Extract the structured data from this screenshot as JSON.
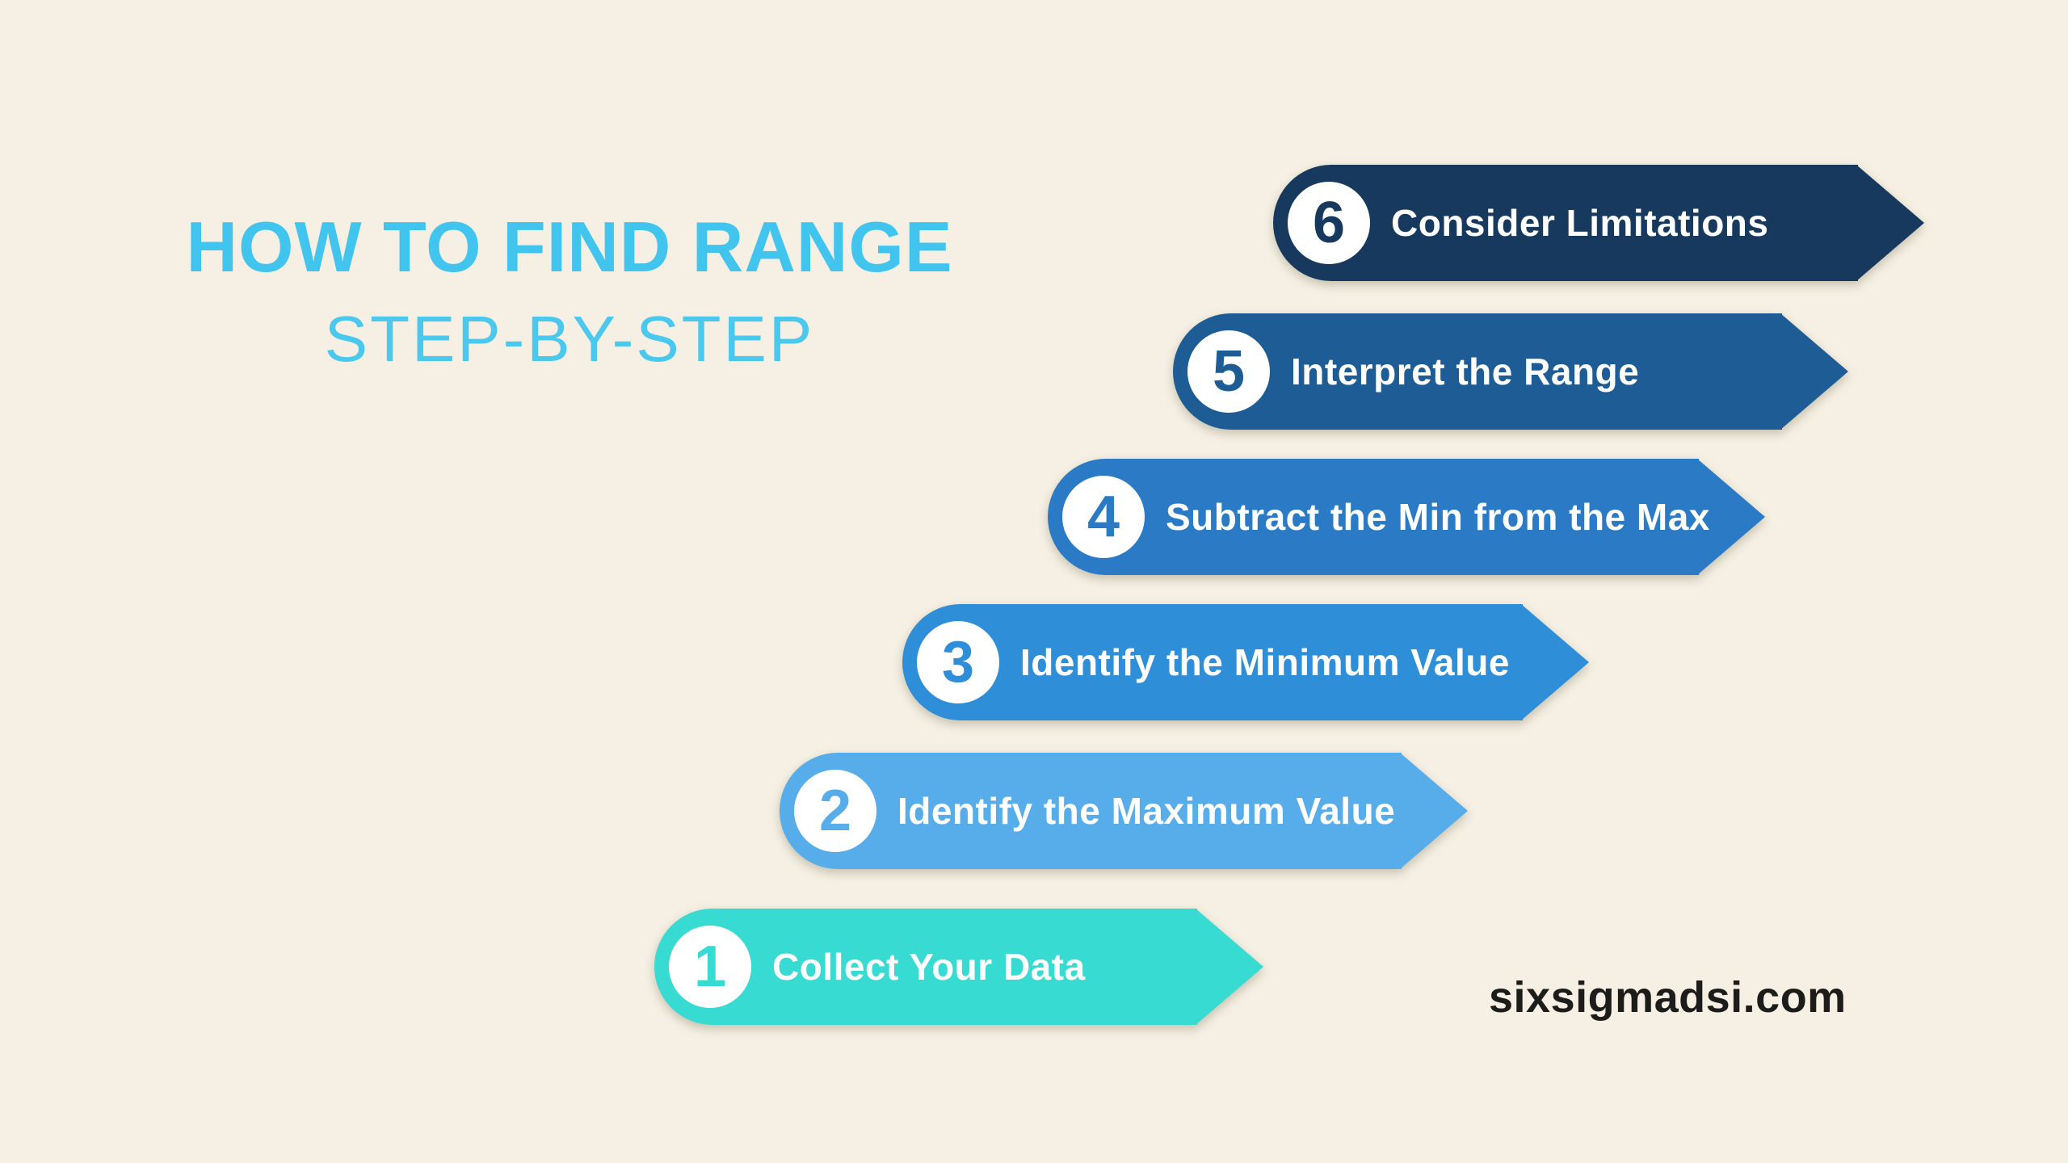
{
  "background_color": "#f5f0e3",
  "title": {
    "line1": "HOW TO FIND RANGE",
    "line2": "STEP-BY-STEP",
    "color": "#41c5ee"
  },
  "steps": [
    {
      "number": "1",
      "label": "Collect Your Data",
      "color": "#38dbd2"
    },
    {
      "number": "2",
      "label": "Identify the Maximum Value",
      "color": "#56adea"
    },
    {
      "number": "3",
      "label": "Identify the Minimum Value",
      "color": "#2f8ed8"
    },
    {
      "number": "4",
      "label": "Subtract the Min from the Max",
      "color": "#2a7ac6"
    },
    {
      "number": "5",
      "label": "Interpret the Range",
      "color": "#1d5c95"
    },
    {
      "number": "6",
      "label": "Consider Limitations",
      "color": "#16395d"
    }
  ],
  "footer": {
    "website": "sixsigmadsi.com"
  }
}
